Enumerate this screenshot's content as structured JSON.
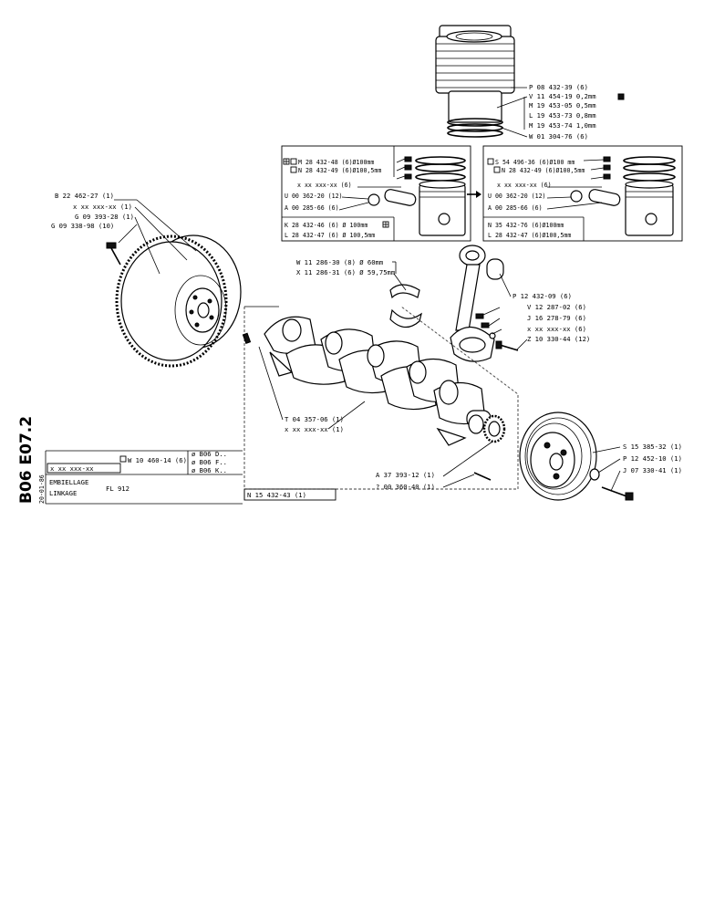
{
  "sheet": {
    "code": "B06  E07.2",
    "date": "20-01-86"
  },
  "cylinder": {
    "labels": [
      "P 08 432-39 (6)",
      "V 11 454-19  0,2mm",
      "M 19 453-05  0,5mm",
      "L 19 453-73  0,8mm",
      "M 19 453-74  1,0mm",
      "W 01 304-76 (6)"
    ]
  },
  "piston_left": {
    "top": [
      "M 28 432-48 (6)Ø100mm",
      "N 28 432-49 (6)Ø100,5mm"
    ],
    "mid": [
      "x xx xxx-xx (6)",
      "U 00 362-20 (12)",
      "A 00 285-66 (6)"
    ],
    "bottom": [
      "K 28 432-46 (6) Ø 100mm",
      "L 28 432-47 (6) Ø 100,5mm"
    ]
  },
  "piston_right": {
    "top": [
      "S 54 496-36 (6)Ø100 mm",
      "N 28 432-49 (6)Ø100,5mm"
    ],
    "mid": [
      "x xx xxx-xx (6)",
      "U 00 362-20 (12)",
      "A 00 285-66 (6)"
    ],
    "bottom": [
      "N 35 432-76 (6)Ø100mm",
      "L 28 432-47 (6)Ø100,5mm"
    ]
  },
  "flywheel": {
    "labels": [
      "B 22 462-27 (1)",
      "x xx xxx-xx (1)",
      "G 09 393-28 (1)",
      "G 09 338-98 (10)"
    ]
  },
  "bearing": {
    "labels": [
      "W 11 286-30 (8) Ø  60mm",
      "X 11 286-31 (6) Ø 59,75mm"
    ]
  },
  "conrod": {
    "labels": [
      "P 12 432-09 (6)",
      "V 12 287-02 (6)",
      "J 16 278-79 (6)",
      "x xx xxx-xx (6)",
      "Z 10 330-44 (12)"
    ]
  },
  "crankshaft": {
    "labels": [
      "T 04 357-06 (1)",
      "x xx xxx-xx (1)"
    ],
    "assembly": "N 15 432-43 (1)"
  },
  "gear": {
    "labels": [
      "A 37 393-12 (1)",
      "? 00 360-40 (1)"
    ]
  },
  "pulley": {
    "labels": [
      "S 15 385-32 (1)",
      "P 12 452-10 (1)",
      "J 07 330-41 (1)"
    ]
  },
  "legend": {
    "ref": "x xx xxx-xx",
    "item": "W 10 460-14 (6)",
    "variants": [
      "ø B06 D..",
      "ø B06 F..",
      "ø B06 K.."
    ],
    "title1": "EMBIELLAGE",
    "title2": "LINKAGE",
    "model": "FL 912"
  }
}
